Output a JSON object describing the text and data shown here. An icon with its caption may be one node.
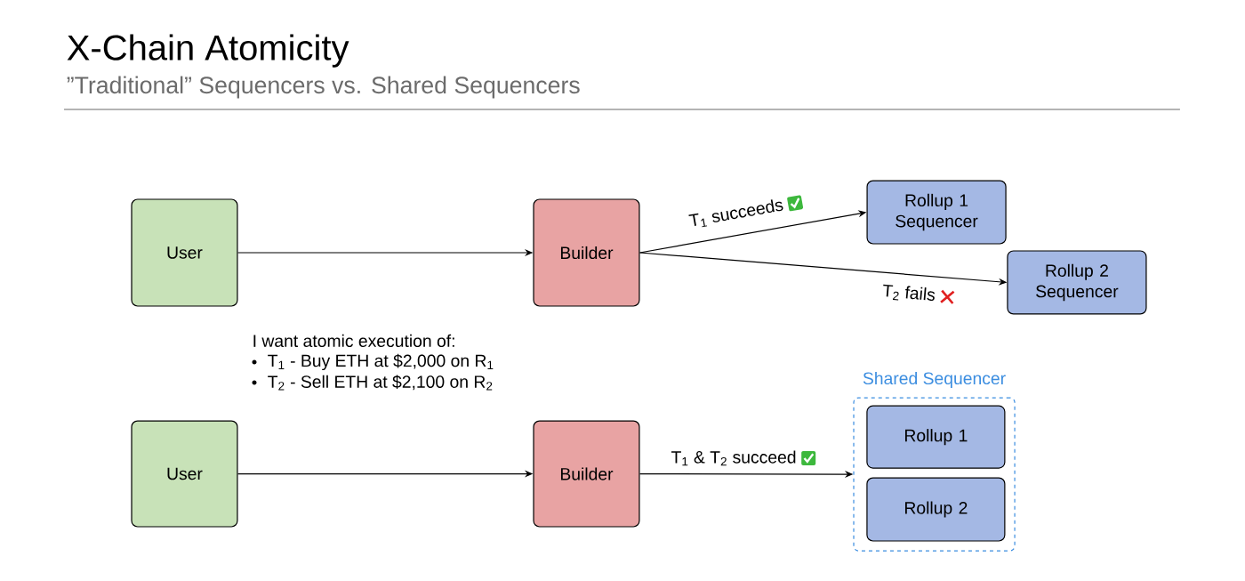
{
  "diagram": {
    "title": "X-Chain Atomicity",
    "nodes": [
      {
        "text": [
          "User"
        ]
      },
      {
        "text": [
          "Builder"
        ]
      },
      {
        "text": [
          "Rollup 1 Sequencer"
        ]
      },
      {
        "text": [
          "Rollup 2 Sequencer"
        ]
      },
      {
        "text": [
          "User"
        ]
      },
      {
        "text": [
          "Builder"
        ]
      },
      {
        "text": [
          "Shared Sequencer"
        ]
      },
      {
        "text": [
          "Rollup 1"
        ],
        "in": 6
      },
      {
        "text": [
          "Rollup 2"
        ],
        "in": 6
      }
    ],
    "edges": [
      {
        "from": 0,
        "to": 1,
        "arrow": "to"
      },
      {
        "from": 1,
        "to": 2,
        "arrow": "to",
        "label": "T$_{1}$ succeeds"
      },
      {
        "from": 1,
        "to": 3,
        "arrow": "to",
        "label": "T$_{2}$ fails"
      },
      {
        "from": 4,
        "to": 5,
        "arrow": "to"
      },
      {
        "from": 5,
        "to": 6,
        "arrow": "to",
        "label": "T$_{1}$ & T$_{2}$ succeed"
      }
    ],
    "labels": [
      "”Traditional” Sequencers vs. Shared Sequencers",
      "I want atomic execution of:",
      "T$_{1}$ - Buy ETH at $2,000 on R$_{1}$",
      "T$_{2}$ - Sell ETH at $2,100 on R$_{2}$"
    ]
  }
}
